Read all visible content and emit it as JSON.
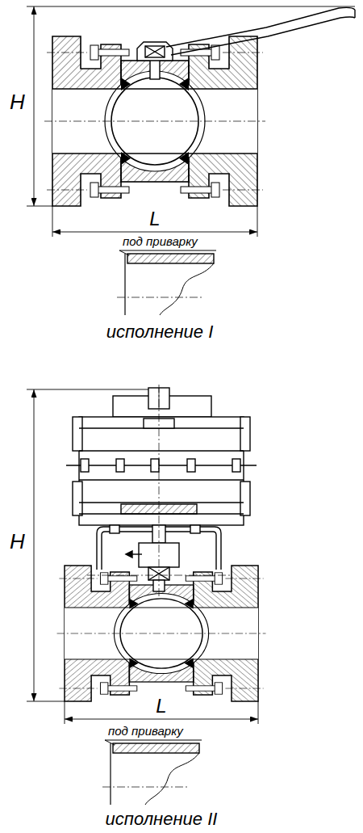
{
  "diagram": {
    "labels": [
      "H",
      "L",
      "под приварку",
      "исполнение I",
      "H",
      "L",
      "под приварку",
      "исполнение II"
    ]
  }
}
